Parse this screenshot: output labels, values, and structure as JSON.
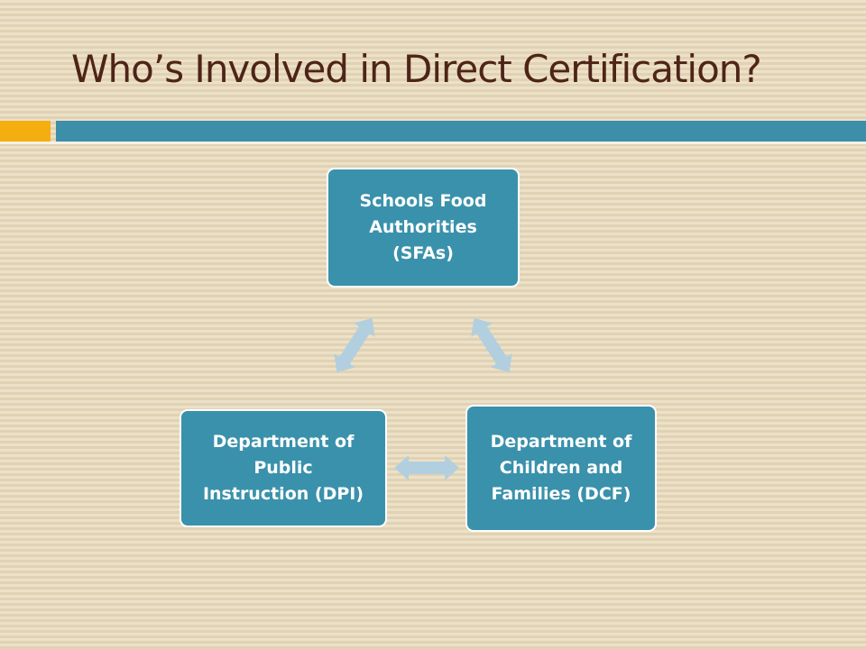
{
  "slide": {
    "title": "Who’s Involved in Direct Certification?"
  },
  "colors": {
    "background": "#e9dcc1",
    "title_text": "#4e2418",
    "accent_bar": "#f4ae10",
    "main_bar": "#3c8ea9",
    "node_fill": "#3a91ab",
    "node_text": "#ffffff",
    "arrow_fill": "#b2cfdf"
  },
  "diagram": {
    "nodes": [
      {
        "id": "sfa",
        "lines": [
          "Schools Food",
          "Authorities",
          "(SFAs)"
        ]
      },
      {
        "id": "dcf",
        "lines": [
          "Department of",
          "Children and",
          "Families (DCF)"
        ]
      },
      {
        "id": "dpi",
        "lines": [
          "Department of",
          "Public",
          "Instruction (DPI)"
        ]
      }
    ],
    "connections": [
      {
        "from": "sfa",
        "to": "dcf",
        "style": "double-arrow"
      },
      {
        "from": "dcf",
        "to": "dpi",
        "style": "double-arrow"
      },
      {
        "from": "dpi",
        "to": "sfa",
        "style": "double-arrow"
      }
    ]
  }
}
